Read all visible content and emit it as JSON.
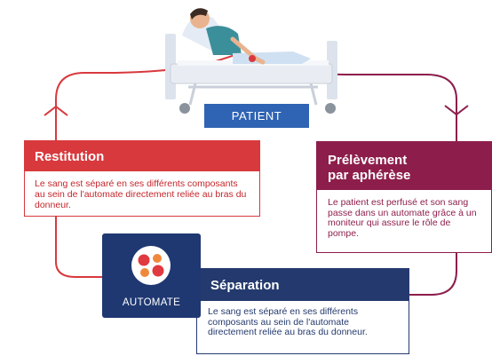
{
  "patient": {
    "label": "PATIENT"
  },
  "automate": {
    "label": "AUTOMATE"
  },
  "steps": {
    "restitution": {
      "title": "Restitution",
      "text": "Le sang est séparé en ses différents composants au sein de l'automate directement reliée au bras du donneur."
    },
    "prelevement": {
      "title_line1": "Prélèvement",
      "title_line2": "par aphérèse",
      "text": "Le patient est perfusé et son sang passe dans un automate grâce à un moniteur qui assure le rôle de pompe."
    },
    "separation": {
      "title": "Séparation",
      "text": "Le sang est séparé en ses différents composants au sein de l'automate directement reliée au bras du donneur."
    }
  },
  "colors": {
    "restitution": "#d8393d",
    "prelevement": "#8d1e4b",
    "separation": "#243a6e",
    "patient": "#2f63b3",
    "automate": "#1f3872"
  }
}
